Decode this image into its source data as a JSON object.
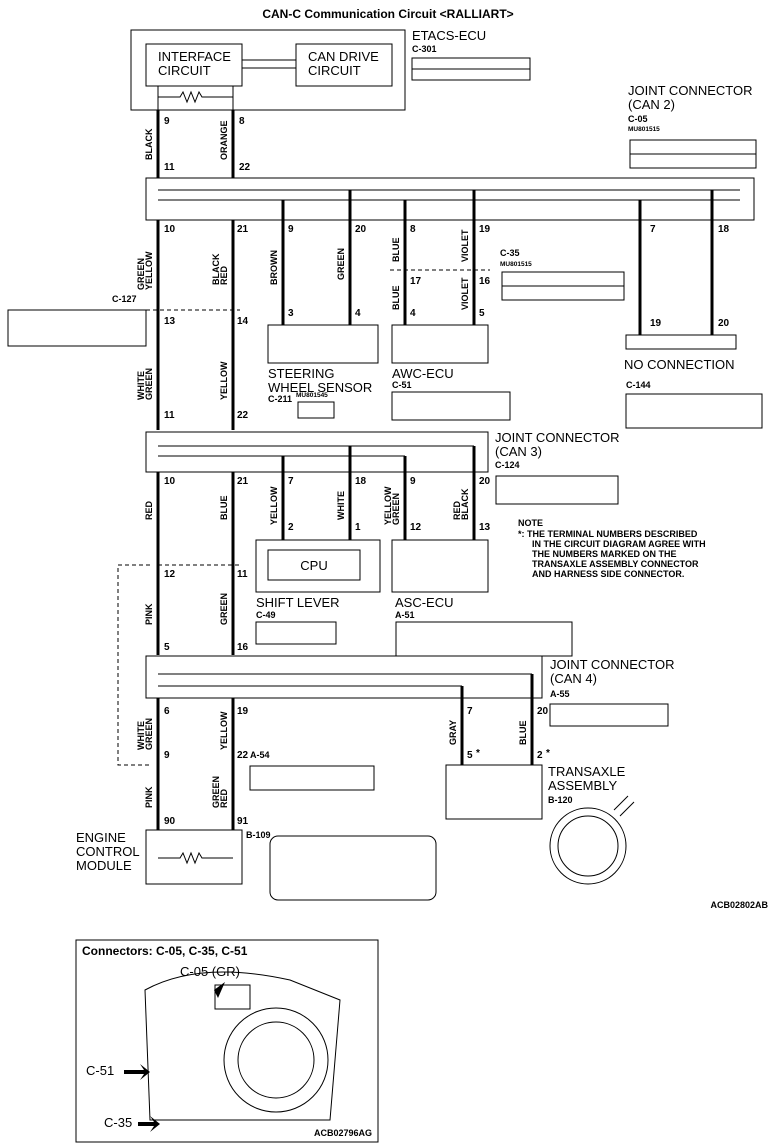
{
  "title": "CAN-C Communication Circuit <RALLIART>",
  "etacs": {
    "name": "ETACS-ECU",
    "conn": "C-301",
    "interface": [
      "INTERFACE",
      "CIRCUIT"
    ],
    "can_drive": [
      "CAN DRIVE",
      "CIRCUIT"
    ]
  },
  "jc_can2": {
    "name": [
      "JOINT CONNECTOR",
      "(CAN 2)"
    ],
    "id": "C-05",
    "part": "MU801515"
  },
  "jc_can3": {
    "name": [
      "JOINT CONNECTOR",
      "(CAN 3)"
    ],
    "id": "C-124"
  },
  "jc_can4": {
    "name": [
      "JOINT CONNECTOR",
      "(CAN 4)"
    ],
    "id": "A-55"
  },
  "c127": "C-127",
  "c35": {
    "id": "C-35",
    "part": "MU801515"
  },
  "no_connection": "NO CONNECTION",
  "c144": "C-144",
  "steering": {
    "name": [
      "STEERING",
      "WHEEL SENSOR"
    ],
    "conn": "C-211",
    "part": "MU801545"
  },
  "awc": {
    "name": "AWC-ECU",
    "conn": "C-51"
  },
  "shift": {
    "name": "SHIFT LEVER",
    "conn": "C-49",
    "cpu": "CPU"
  },
  "asc": {
    "name": "ASC-ECU",
    "conn": "A-51"
  },
  "transaxle": {
    "name": [
      "TRANSAXLE",
      "ASSEMBLY"
    ],
    "conn": "B-120"
  },
  "ecm": {
    "name": [
      "ENGINE",
      "CONTROL",
      "MODULE"
    ],
    "conn": "B-109"
  },
  "a54": "A-54",
  "note": {
    "head": "NOTE",
    "lines": [
      "*: THE TERMINAL NUMBERS DESCRIBED",
      "IN THE CIRCUIT DIAGRAM AGREE WITH",
      "THE NUMBERS MARKED ON THE",
      "TRANSAXLE ASSEMBLY CONNECTOR",
      "AND HARNESS SIDE CONNECTOR."
    ]
  },
  "code_main": "ACB02802AB",
  "inset": {
    "title": "Connectors: C-05, C-35, C-51",
    "c05": "C-05 (GR)",
    "c51": "C-51",
    "c35": "C-35",
    "code": "ACB02796AG"
  },
  "wire_colors": {
    "black": "BLACK",
    "orange": "ORANGE",
    "yellow_green": [
      "YELLOW",
      "GREEN"
    ],
    "red_black": [
      "RED",
      "BLACK"
    ],
    "brown": "BROWN",
    "green": "GREEN",
    "blue": "BLUE",
    "violet": "VIOLET",
    "green_white": [
      "GREEN",
      "WHITE"
    ],
    "yellow": "YELLOW",
    "red": "RED",
    "white": "WHITE",
    "pink": "PINK",
    "gray": "GRAY",
    "green_red": [
      "GREEN",
      "RED"
    ]
  },
  "pins": {
    "etacs_l": "9",
    "etacs_r": "8",
    "c05_l": "11",
    "c05_r": "22",
    "c05_10": "10",
    "c05_21": "21",
    "c05_9": "9",
    "c05_20": "20",
    "c05_8": "8",
    "c05_19": "19",
    "c05_7": "7",
    "c05_18": "18",
    "sws_3": "3",
    "sws_4": "4",
    "c35_17": "17",
    "c35_16": "16",
    "awc_4": "4",
    "awc_5": "5",
    "nc_19": "19",
    "nc_20": "20",
    "c127_13": "13",
    "c127_14": "14",
    "c124_11": "11",
    "c124_22": "22",
    "c124_10": "10",
    "c124_21": "21",
    "c124_7": "7",
    "c124_18": "18",
    "c124_9": "9",
    "c124_20": "20",
    "sl_2": "2",
    "sl_1": "1",
    "asc_12": "12",
    "asc_13": "13",
    "p12": "12",
    "p11": "11",
    "a55_5": "5",
    "a55_16": "16",
    "a55_6": "6",
    "a55_19": "19",
    "a55_7": "7",
    "a55_20": "20",
    "ta_5": "5",
    "ta_2": "2",
    "a54_9": "9",
    "a54_22": "22",
    "ecm_90": "90",
    "ecm_91": "91"
  },
  "star": "*"
}
